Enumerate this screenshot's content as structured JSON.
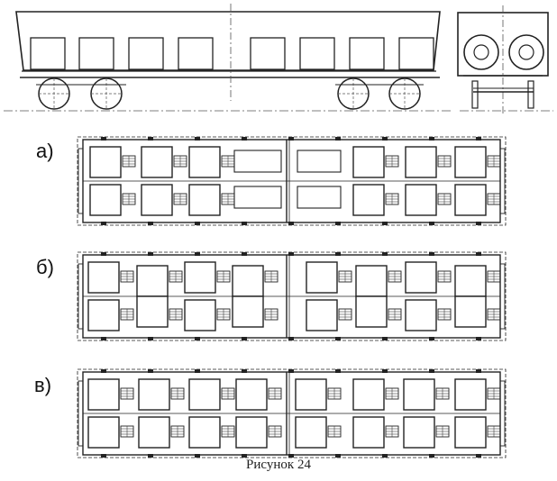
{
  "labels": {
    "a": "а)",
    "b": "б)",
    "v": "в)"
  },
  "caption": "Рисунок 24",
  "colors": {
    "ink": "#222222",
    "dash": "#555555"
  }
}
